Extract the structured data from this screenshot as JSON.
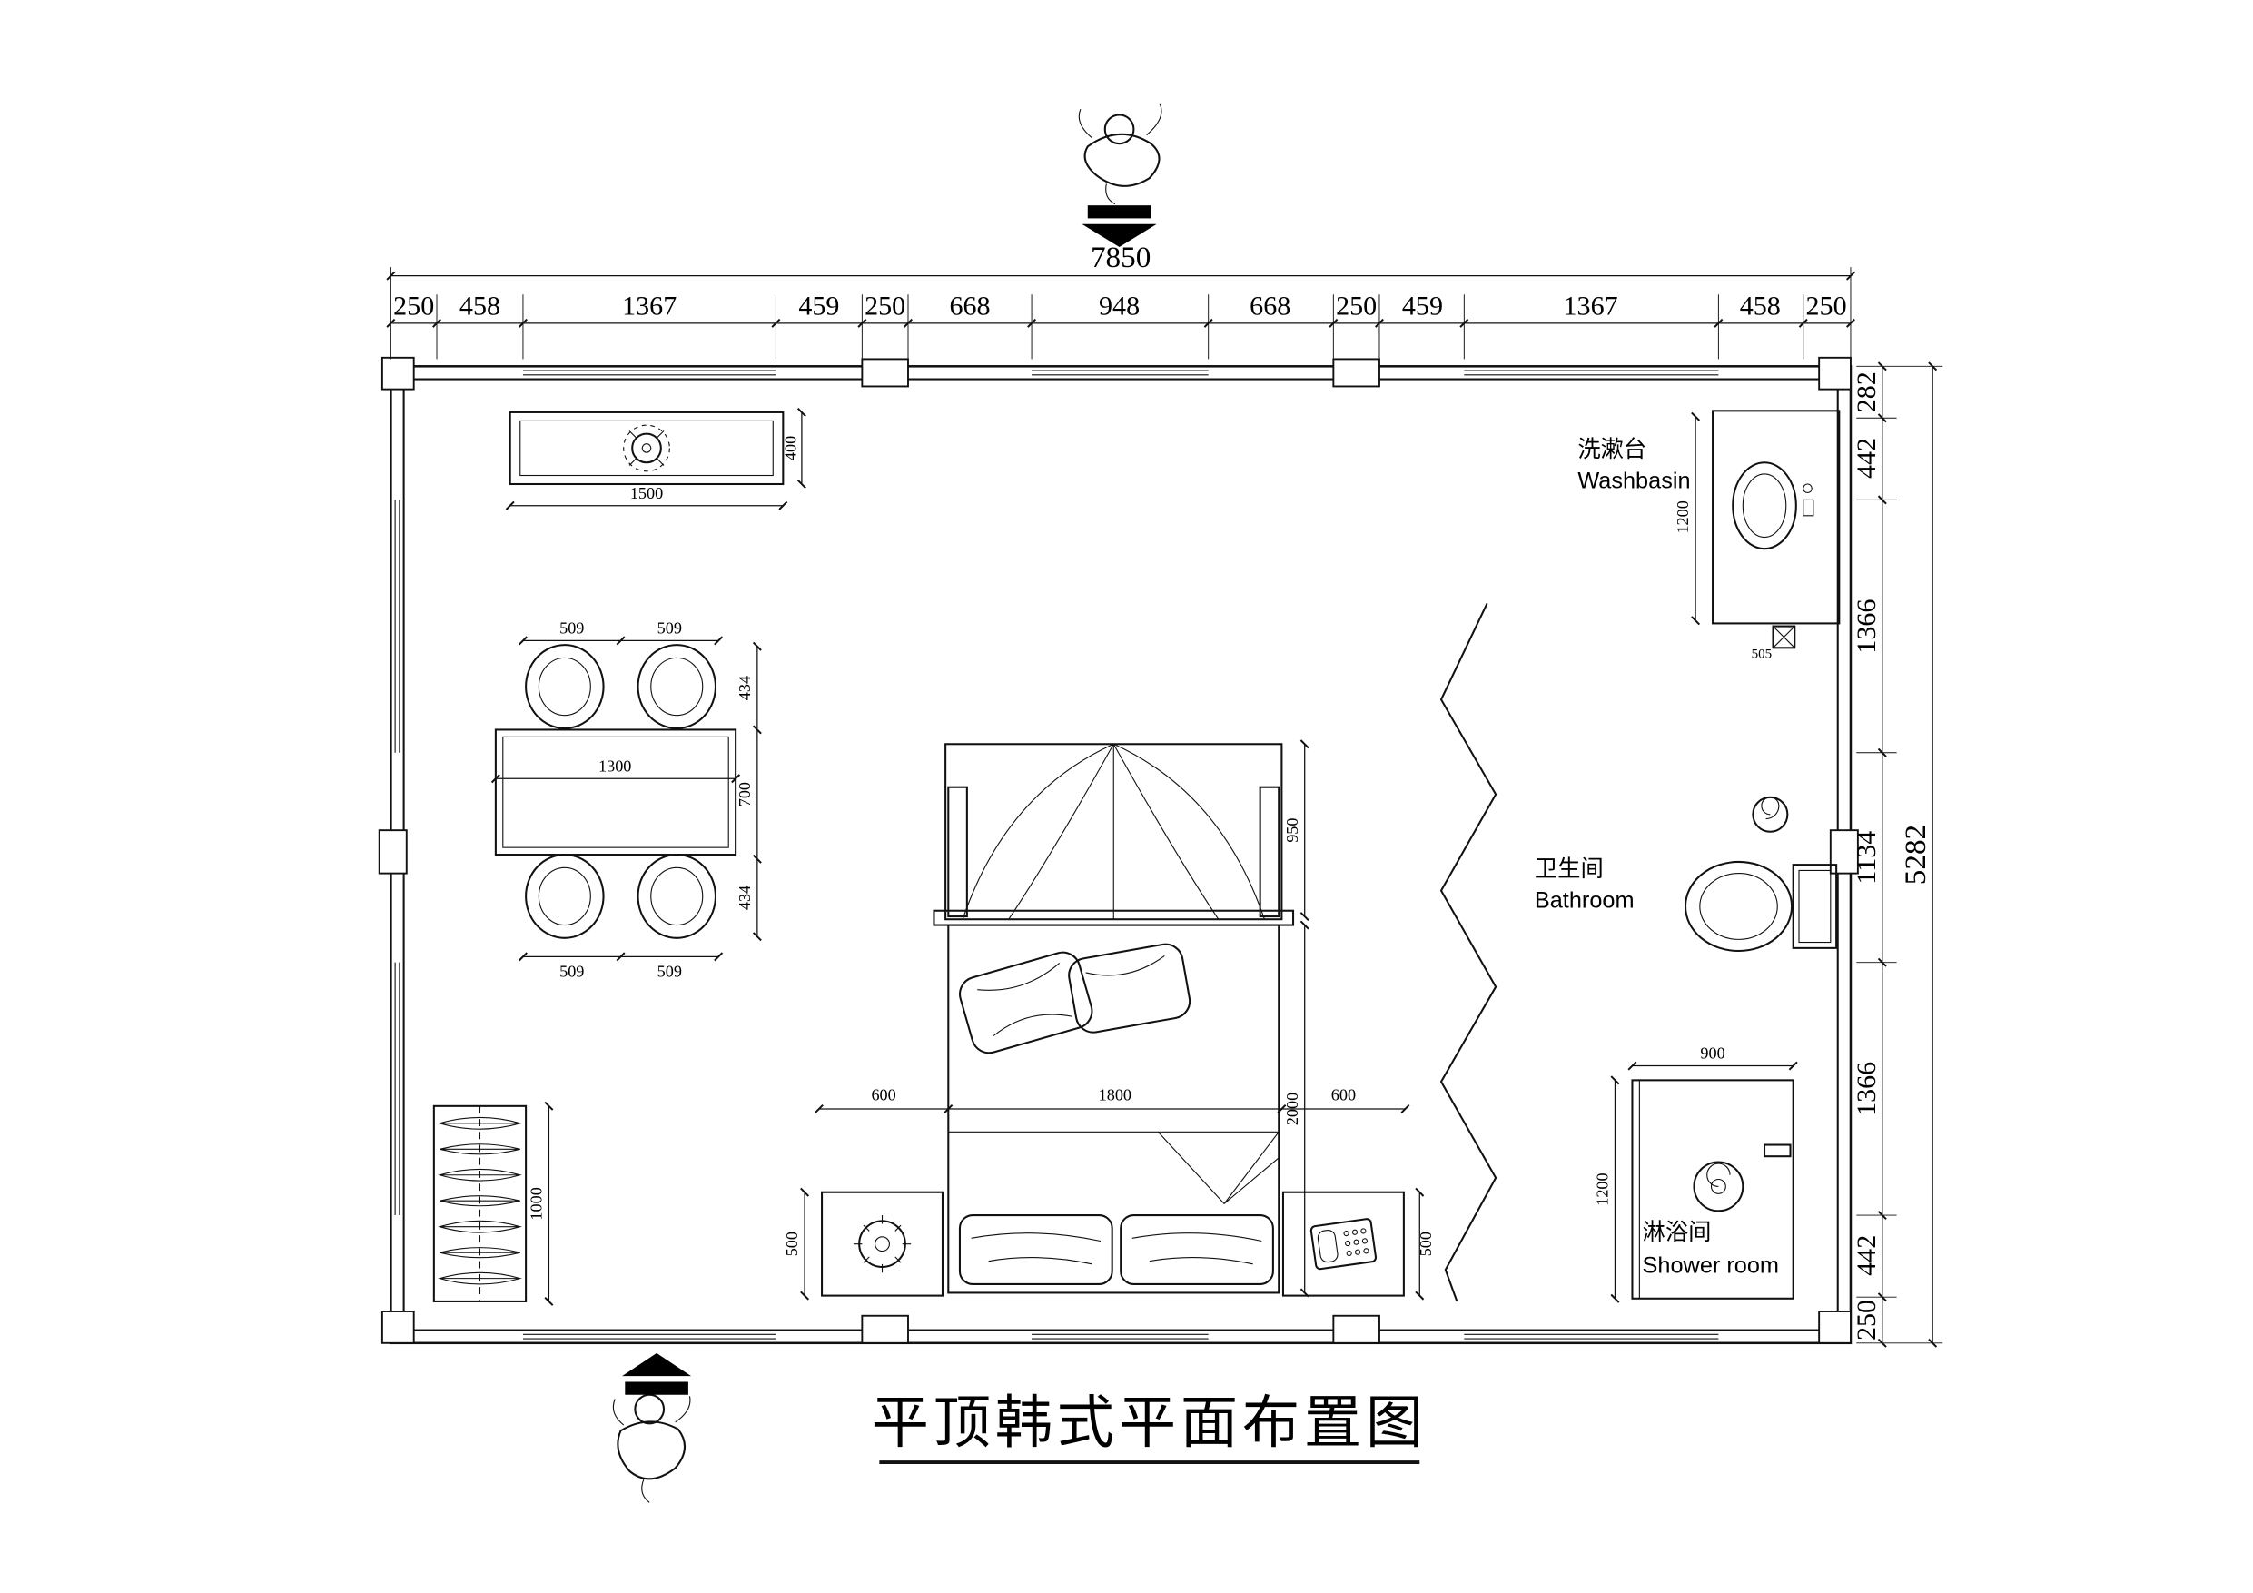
{
  "title": "平顶韩式平面布置图",
  "dims": {
    "top_total": "7850",
    "top": [
      "250",
      "458",
      "1367",
      "459",
      "250",
      "668",
      "948",
      "668",
      "250",
      "459",
      "1367",
      "458",
      "250"
    ],
    "right_total": "5282",
    "right": [
      "282",
      "442",
      "1366",
      "1134",
      "1366",
      "442",
      "250"
    ]
  },
  "rooms": {
    "washbasin_zh": "洗漱台",
    "washbasin_en": "Washbasin",
    "bathroom_zh": "卫生间",
    "bathroom_en": "Bathroom",
    "shower_zh": "淋浴间",
    "shower_en": "Shower room"
  },
  "furniture_dims": {
    "ceiling_light_width": "1500",
    "ceiling_light_depth": "400",
    "chair_top_1": "509",
    "chair_top_2": "509",
    "chair_bottom_1": "509",
    "chair_bottom_2": "509",
    "dining_side_top": "434",
    "dining_side_mid": "700",
    "dining_side_bottom": "434",
    "dining_table_width": "1300",
    "wardrobe_height": "1000",
    "bed_canopy_depth": "950",
    "bed_length": "2000",
    "bed_width": "1800",
    "nightstand_left_width": "600",
    "nightstand_right_width": "600",
    "nightstand_left_depth": "500",
    "nightstand_right_depth": "500",
    "washbasin_counter_length": "1200",
    "washbasin_drain": "505",
    "shower_width": "900",
    "shower_depth": "1200"
  }
}
